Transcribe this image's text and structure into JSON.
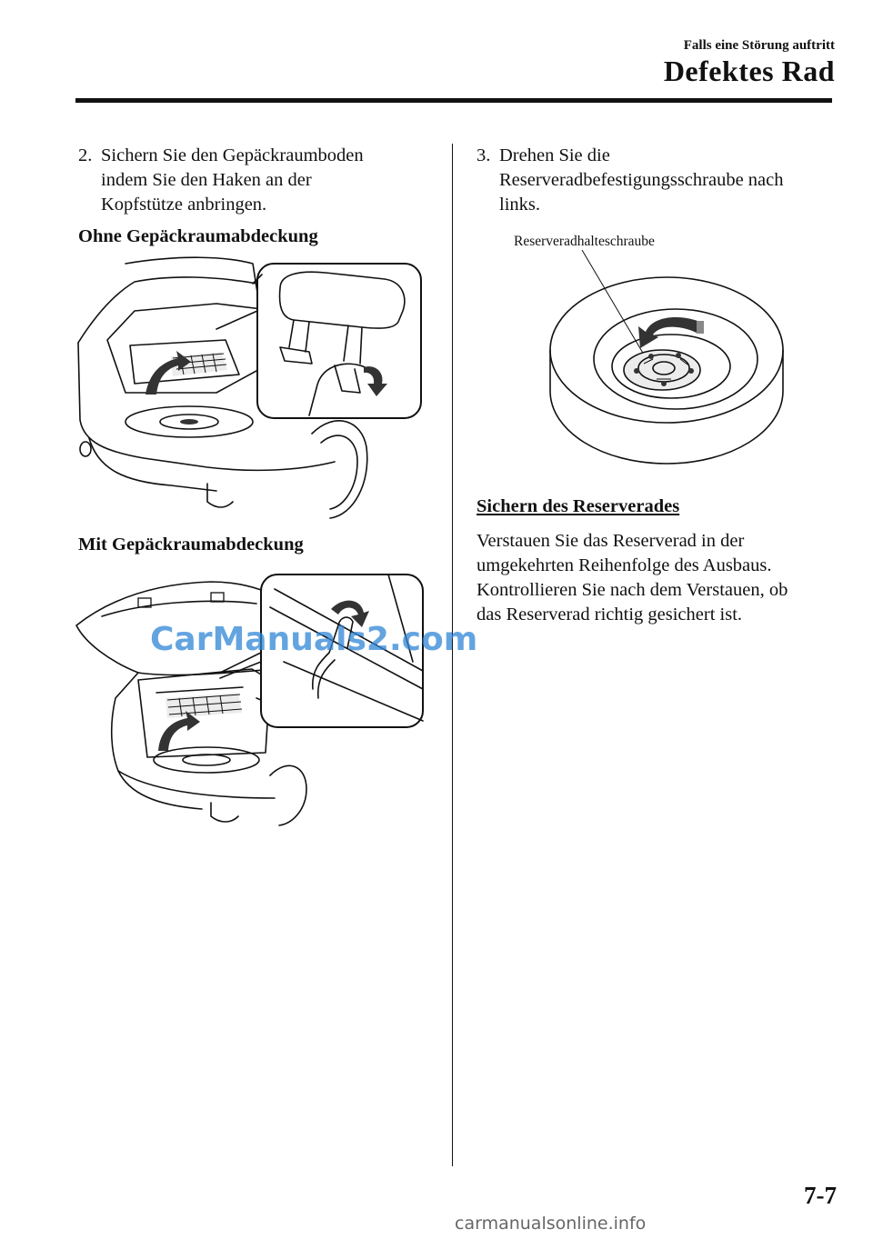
{
  "header": {
    "section": "Falls eine Störung auftritt",
    "title": "Defektes Rad"
  },
  "left": {
    "step2_num": "2.",
    "step2_lines": [
      "Sichern Sie den Gepäckraumboden",
      "indem Sie den Haken an der",
      "Kopfstütze anbringen."
    ],
    "heading_without_cover": "Ohne Gepäckraumabdeckung",
    "heading_with_cover": "Mit Gepäckraumabdeckung"
  },
  "right": {
    "step3_num": "3.",
    "step3_lines": [
      "Drehen Sie die",
      "Reserveradbefestigungsschraube nach",
      "links."
    ],
    "callout_label": "Reserveradhalteschraube",
    "section_heading": "Sichern des Reserverades",
    "paragraph_lines": [
      "Verstauen Sie das Reserverad in der",
      "umgekehrten Reihenfolge des Ausbaus.",
      "Kontrollieren Sie nach dem Verstauen, ob",
      "das Reserverad richtig gesichert ist."
    ]
  },
  "watermark": "CarManuals2.com",
  "page_number": "7-7",
  "footer_url": "carmanualsonline.info",
  "colors": {
    "watermark": "#2f86d6",
    "rule": "#111111"
  }
}
